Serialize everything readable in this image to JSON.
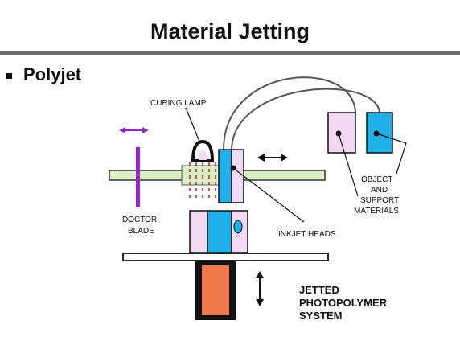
{
  "slide": {
    "title": "Material Jetting",
    "bullet": "Polyjet"
  },
  "diagram": {
    "labels": {
      "curing_lamp": "CURING LAMP",
      "doctor_blade_1": "DOCTOR",
      "doctor_blade_2": "BLADE",
      "inkjet_heads": "INKJET HEADS",
      "materials_1": "OBJECT",
      "materials_2": "AND",
      "materials_3": "SUPPORT",
      "materials_4": "MATERIALS",
      "system_1": "JETTED",
      "system_2": "PHOTOPOLYMER",
      "system_3": "SYSTEM"
    },
    "colors": {
      "purple": "#9b22c8",
      "light_pink": "#f2d8f2",
      "cyan": "#1fb0ea",
      "light_green": "#d9f0c4",
      "orange": "#f07a4d",
      "red_rays": "#e05050"
    }
  }
}
